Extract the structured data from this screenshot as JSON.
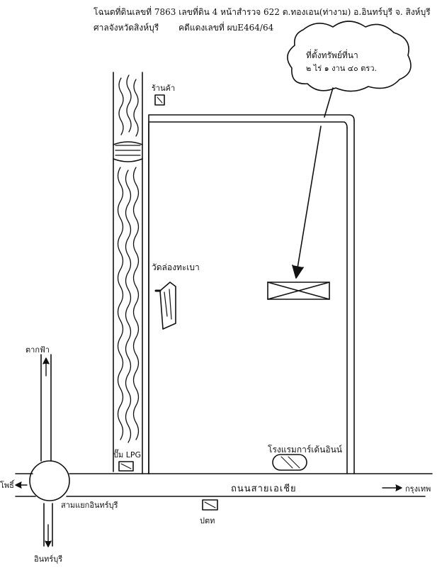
{
  "header": {
    "deed_line": "โฉนดที่ดินเลขที่ 7863 เลขที่ดิน 4 หน้าสำรวจ 622  ต.ทองเอน(ท่างาม) อ.อินทร์บุรี  จ. สิงห์บุรี",
    "court": "ศาลจังหวัดสิงห์บุรี",
    "case_number": "คดีแดงเลขที่ ผบE464/64"
  },
  "callout": {
    "line1": "ที่ตั้งทรัพย์ที่นา",
    "line2": "๒ ไร่ ๑ งาน ๔๐ ตรว."
  },
  "labels": {
    "shop": "ร้านค้า",
    "temple": "วัดล่องทะเบา",
    "lpg_station": "ปั๊ม LPG",
    "rice_mill": "โรงแรมการ์เด้นอินน์",
    "highway": "ถนนสายเอเชีย",
    "bangkok": "กรุงเทพ",
    "takfa": "ตากฟ้า",
    "lopburi": "โพธิ์",
    "intersection": "สามแยกอินทร์บุรี",
    "inburi": "อินทร์บุรี",
    "ptt": "ปตท"
  },
  "colors": {
    "ink": "#111111",
    "paper": "#ffffff"
  }
}
